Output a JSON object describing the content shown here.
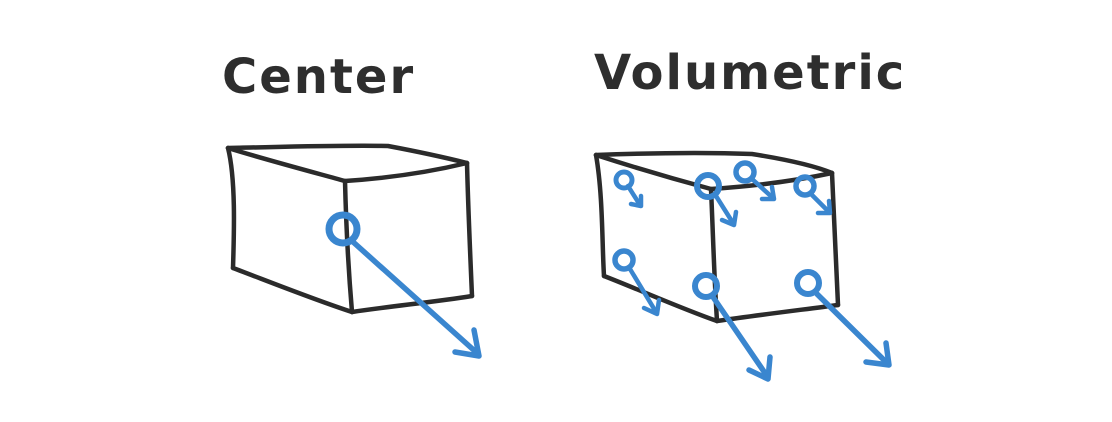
{
  "panels": [
    {
      "id": "center",
      "title": "Center"
    },
    {
      "id": "volumetric",
      "title": "Volumetric"
    }
  ],
  "colors": {
    "outline": "#2b2b2b",
    "title": "#2e2e2e",
    "arrow": "#3a86cf",
    "background": "#ffffff"
  },
  "icons": {
    "sample_point": "circle-marker-icon",
    "direction": "arrow-icon"
  }
}
